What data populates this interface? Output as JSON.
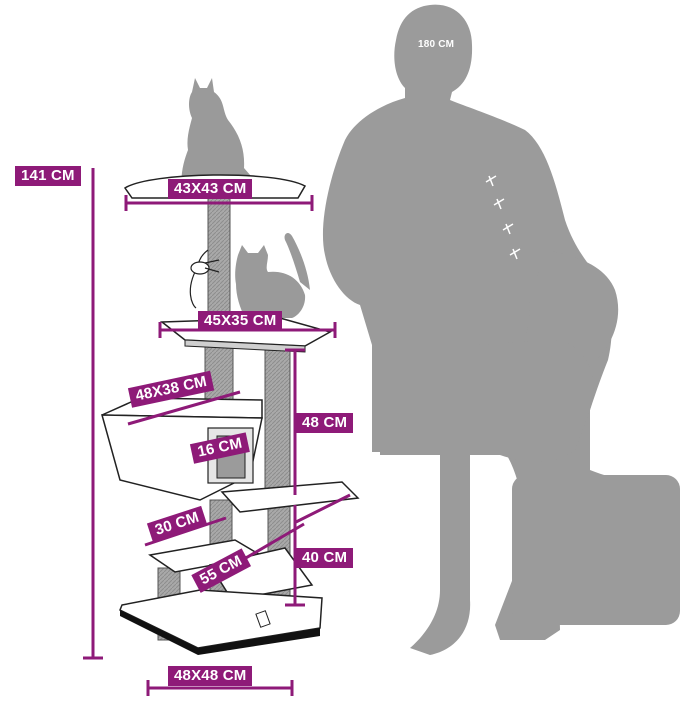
{
  "dimensions": {
    "person_height": "180 CM",
    "total_height": "141 CM",
    "top_platform": "43X43 CM",
    "upper_platform": "45X35 CM",
    "condo": "48X38 CM",
    "condo_opening": "16 CM",
    "post_upper": "48 CM",
    "step_width": "30 CM",
    "step_length": "55 CM",
    "post_lower": "40 CM",
    "base": "48X48 CM"
  },
  "colors": {
    "accent": "#8e1a78",
    "silhouette": "#9b9b9b",
    "post": "#a7a7a7",
    "outline": "#1a1a1a"
  }
}
